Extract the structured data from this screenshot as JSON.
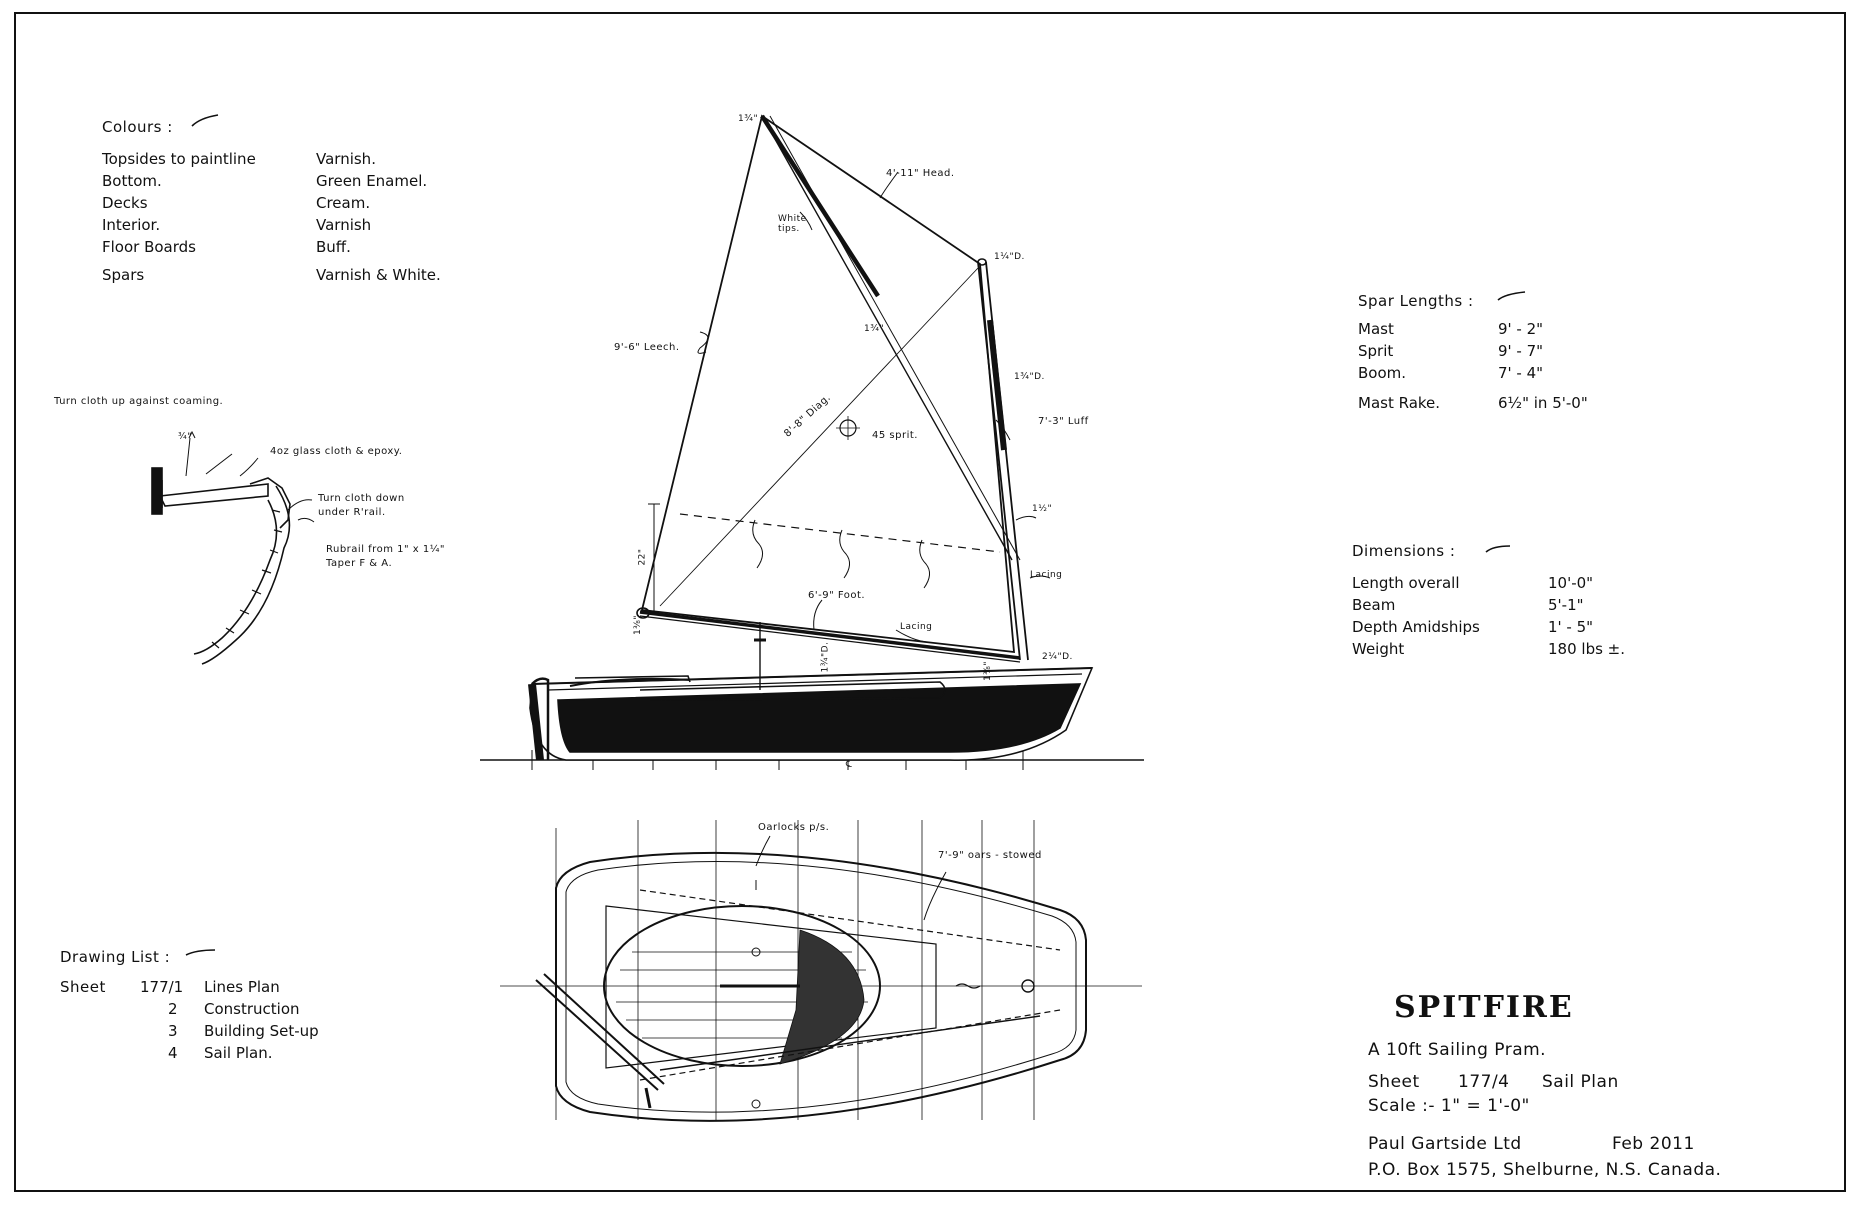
{
  "colours": {
    "heading": "Colours :",
    "rows": [
      {
        "item": "Topsides to paintline",
        "finish": "Varnish."
      },
      {
        "item": "Bottom.",
        "finish": "Green Enamel."
      },
      {
        "item": "Decks",
        "finish": "Cream."
      },
      {
        "item": "Interior.",
        "finish": "Varnish"
      },
      {
        "item": "Floor Boards",
        "finish": "Buff."
      },
      {
        "item": "Spars",
        "finish": "Varnish & White."
      }
    ]
  },
  "section_detail": {
    "note_top": "Turn cloth up against coaming.",
    "note_glass": "4oz glass cloth & epoxy.",
    "note_turn": "Turn cloth down under R'rail.",
    "note_rubrail_1": "Rubrail from 1\" x 1¼\"",
    "note_rubrail_2": "Taper F & A.",
    "dim_small": "¾\""
  },
  "sail_labels": {
    "masthead": "1¾\"",
    "head": "4'-11\" Head.",
    "white_tips": "White tips.",
    "leech": "9'-6\" Leech.",
    "sprit_dia_top": "1¾\"",
    "mast_dia_top": "1¼\"D.",
    "mast_dia_mid": "1¾\"D.",
    "luff": "7'-3\" Luff",
    "diag": "8'-8\" Diag.",
    "sprit_angle": "45 sprit.",
    "mast_dia_low": "1½\"",
    "reef_dim": "22\"",
    "lacing_1": "Lacing",
    "lacing_2": "Lacing",
    "foot": "6'-9\" Foot.",
    "boom_end": "1⅜\"",
    "boom_dia": "1¾\"D.",
    "mast_foot": "2¼\"D.",
    "mast_foot_dim": "1⅜\"",
    "cl": "℄"
  },
  "plan_labels": {
    "oarlocks": "Oarlocks p/s.",
    "oars": "7'-9\" oars - stowed"
  },
  "spar_lengths": {
    "heading": "Spar Lengths :",
    "rows": [
      {
        "item": "Mast",
        "value": "9' - 2\""
      },
      {
        "item": "Sprit",
        "value": "9' - 7\""
      },
      {
        "item": "Boom.",
        "value": "7' - 4\""
      },
      {
        "item": "Mast Rake.",
        "value": "6½\" in 5'-0\""
      }
    ]
  },
  "dimensions": {
    "heading": "Dimensions :",
    "rows": [
      {
        "item": "Length overall",
        "value": "10'-0\""
      },
      {
        "item": "Beam",
        "value": "5'-1\""
      },
      {
        "item": "Depth Amidships",
        "value": "1' - 5\""
      },
      {
        "item": "Weight",
        "value": "180 lbs ±."
      }
    ]
  },
  "drawing_list": {
    "heading": "Drawing List :",
    "sheet_label": "Sheet",
    "rows": [
      {
        "no": "177/1",
        "name": "Lines Plan"
      },
      {
        "no": "2",
        "name": "Construction"
      },
      {
        "no": "3",
        "name": "Building Set-up"
      },
      {
        "no": "4",
        "name": "Sail Plan."
      }
    ]
  },
  "title_block": {
    "name": "SPITFIRE",
    "subtitle": "A 10ft Sailing Pram.",
    "sheet_label": "Sheet",
    "sheet_no": "177/4",
    "sheet_title": "Sail Plan",
    "scale": "Scale :-  1\" = 1'-0\"",
    "designer": "Paul Gartside Ltd",
    "date": "Feb 2011",
    "address": "P.O. Box 1575, Shelburne, N.S. Canada."
  }
}
